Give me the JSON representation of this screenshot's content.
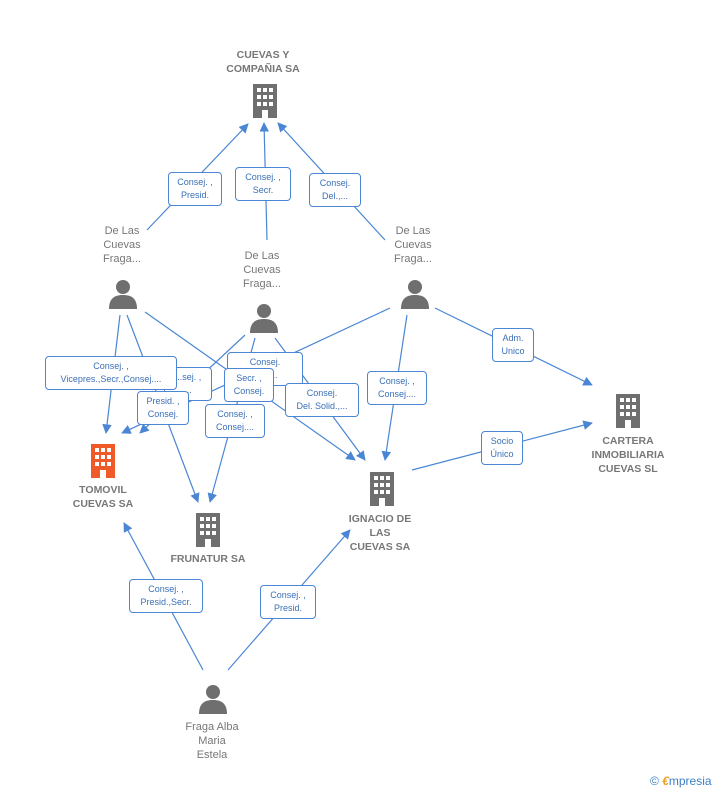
{
  "nodes": {
    "cuevas_compania": {
      "label": "CUEVAS Y\nCOMPAÑIA SA",
      "type": "company"
    },
    "tomovil": {
      "label": "TOMOVIL\nCUEVAS SA",
      "type": "company",
      "color": "#f05a28"
    },
    "frunatur": {
      "label": "FRUNATUR SA",
      "type": "company"
    },
    "ignacio": {
      "label": "IGNACIO DE\nLAS\nCUEVAS SA",
      "type": "company"
    },
    "cartera": {
      "label": "CARTERA\nINMOBILIARIA\nCUEVAS SL",
      "type": "company"
    },
    "person_left": {
      "label": "De Las\nCuevas\nFraga...",
      "type": "person"
    },
    "person_mid": {
      "label": "De Las\nCuevas\nFraga...",
      "type": "person"
    },
    "person_right": {
      "label": "De Las\nCuevas\nFraga...",
      "type": "person"
    },
    "person_bottom": {
      "label": "Fraga Alba\nMaria\nEstela",
      "type": "person"
    }
  },
  "edge_labels": [
    "Consej. ,\nPresid.",
    "Consej. ,\nSecr.",
    "Consej.\nDel.,...",
    "Adm.\nUnico",
    "Socio\nÚnico",
    "Consej. ,\nVicepres.,Secr.,Consej....",
    "...sej. ,\n...",
    "Presid. ,\nConsej.",
    "Consej. ,\nConsej....",
    "Consej.\n...d.,...",
    "Secr. ,\nConsej.",
    "Consej.\nDel. Solid.,...",
    "Consej. ,\nConsej....",
    "Consej. ,\nPresid.,Secr.",
    "Consej. ,\nPresid."
  ],
  "footer": {
    "copyright": "©",
    "brand_first": "€",
    "brand_rest": "mpresia"
  },
  "colors": {
    "edge": "#4a86d4",
    "icon": "#6f6f6f",
    "highlight": "#f05a28"
  }
}
